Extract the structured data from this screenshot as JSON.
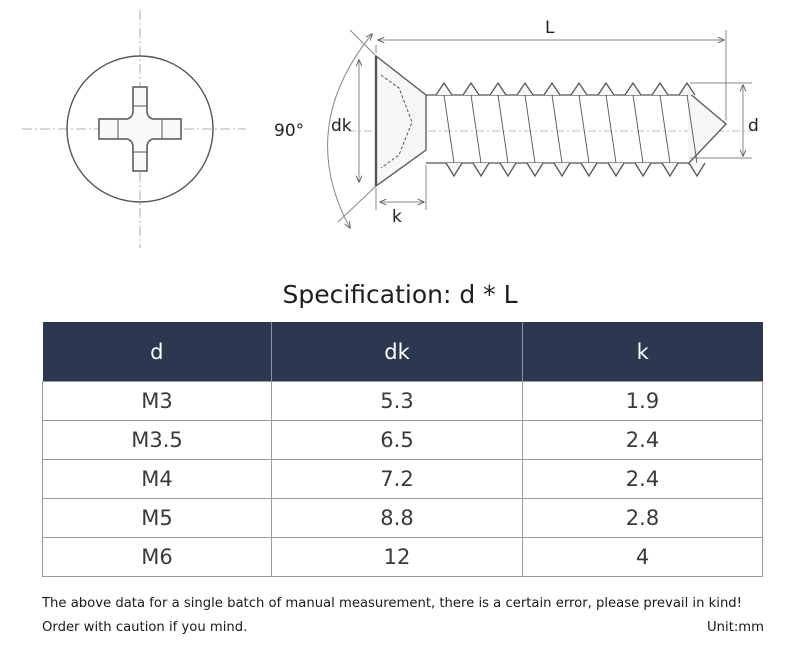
{
  "drawing": {
    "labels": {
      "length": "L",
      "diameter": "d",
      "head_diameter": "dk",
      "head_height": "k",
      "angle": "90°"
    }
  },
  "specification": {
    "title": "Specification: d * L",
    "columns": [
      "d",
      "dk",
      "k"
    ],
    "rows": [
      [
        "M3",
        "5.3",
        "1.9"
      ],
      [
        "M3.5",
        "6.5",
        "2.4"
      ],
      [
        "M4",
        "7.2",
        "2.4"
      ],
      [
        "M5",
        "8.8",
        "2.8"
      ],
      [
        "M6",
        "12",
        "4"
      ]
    ]
  },
  "footer": {
    "note": "The above data for a single batch of manual measurement, there is a certain error, please prevail in kind! Order with caution if you mind.",
    "unit": "Unit:mm"
  },
  "colors": {
    "header_bg": "#2c3850",
    "line": "#555555"
  }
}
